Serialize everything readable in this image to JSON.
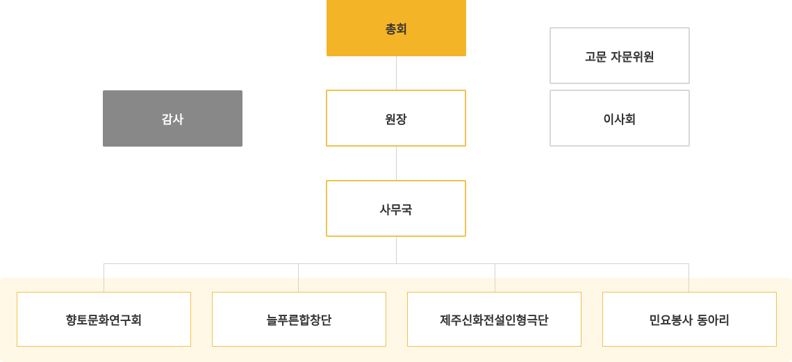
{
  "org": {
    "general_assembly": "총회",
    "director": "원장",
    "auditor": "감사",
    "advisory_committee": "고문 자문위원",
    "board": "이사회",
    "secretariat": "사무국",
    "units": [
      "향토문화연구회",
      "늘푸른합창단",
      "제주신화전설인형극단",
      "민요봉사 동아리"
    ]
  },
  "colors": {
    "accent": "#f3b427",
    "outline_gold": "#f0c24a",
    "auditor_fill": "#888888",
    "band": "#fff8e6",
    "connector": "#d3d3d3"
  }
}
